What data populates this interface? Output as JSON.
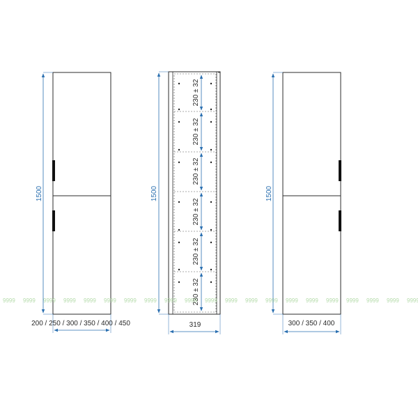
{
  "left_view": {
    "height_label": "1500",
    "width_label": "200 / 250 / 300 / 350 / 400 / 450"
  },
  "middle_view": {
    "height_label": "1500",
    "width_label": "319",
    "shelf_labels": [
      "230 ± 32",
      "230 ± 32",
      "230 ± 32",
      "230 ± 32",
      "230 ± 32",
      "230 ± 32"
    ]
  },
  "right_view": {
    "height_label": "1500",
    "width_label": "300 / 350 / 400"
  },
  "watermark_text": "9999",
  "colors": {
    "outline": "#2b2b2b",
    "dimension": "#2a6fb0",
    "watermark": "#9dd08f"
  }
}
